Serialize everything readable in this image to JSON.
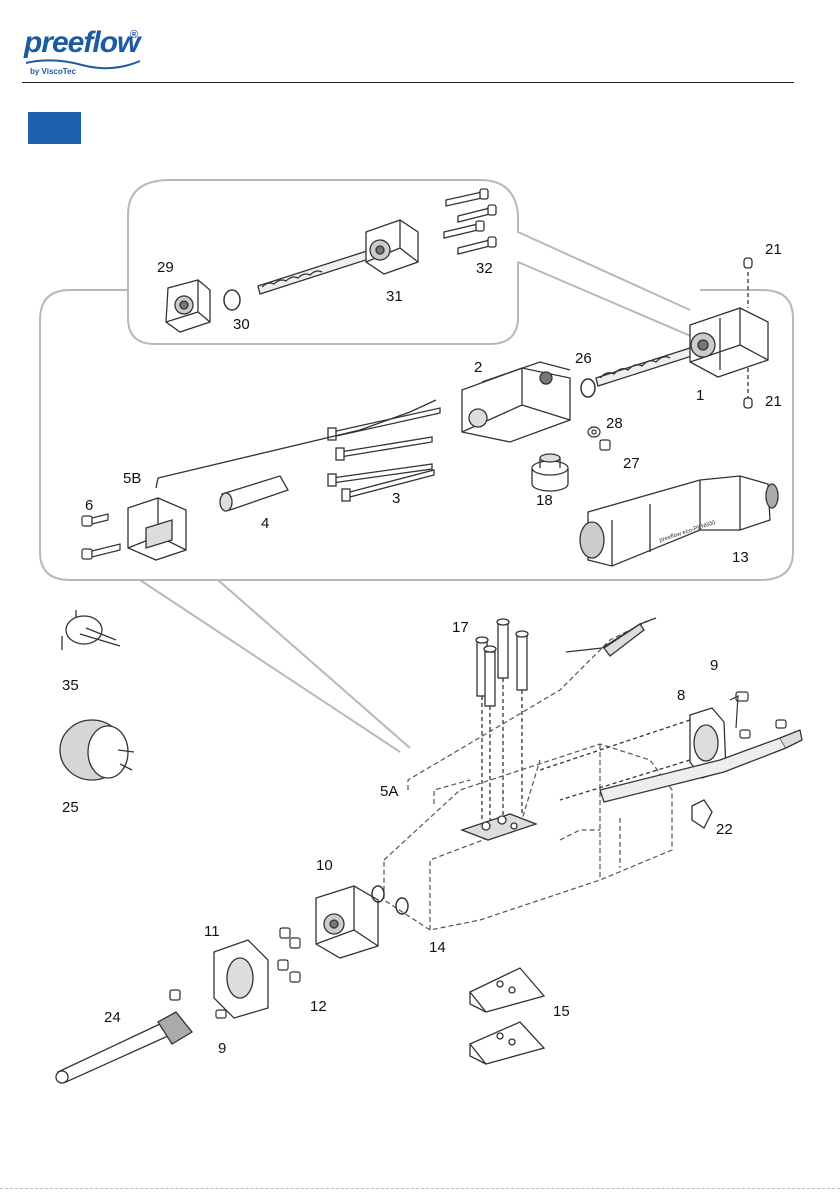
{
  "header": {
    "logo_text": "preeflow",
    "logo_reg": "®",
    "logo_sub": "by ViscoTec",
    "accent_color": "#1e5fb0"
  },
  "diagram": {
    "part_labels": {
      "p29": "29",
      "p30": "30",
      "p31": "31",
      "p32": "32",
      "p21a": "21",
      "p21b": "21",
      "p1": "1",
      "p2": "2",
      "p26": "26",
      "p28": "28",
      "p27": "27",
      "p18": "18",
      "p13": "13",
      "p3": "3",
      "p4": "4",
      "p5b": "5B",
      "p6": "6",
      "p35": "35",
      "p25": "25",
      "p17": "17",
      "p9a": "9",
      "p8": "8",
      "p5a": "5A",
      "p22": "22",
      "p10": "10",
      "p14": "14",
      "p11": "11",
      "p12": "12",
      "p15": "15",
      "p24": "24",
      "p9b": "9"
    },
    "product_text": "preeflow eco-PEN600"
  }
}
